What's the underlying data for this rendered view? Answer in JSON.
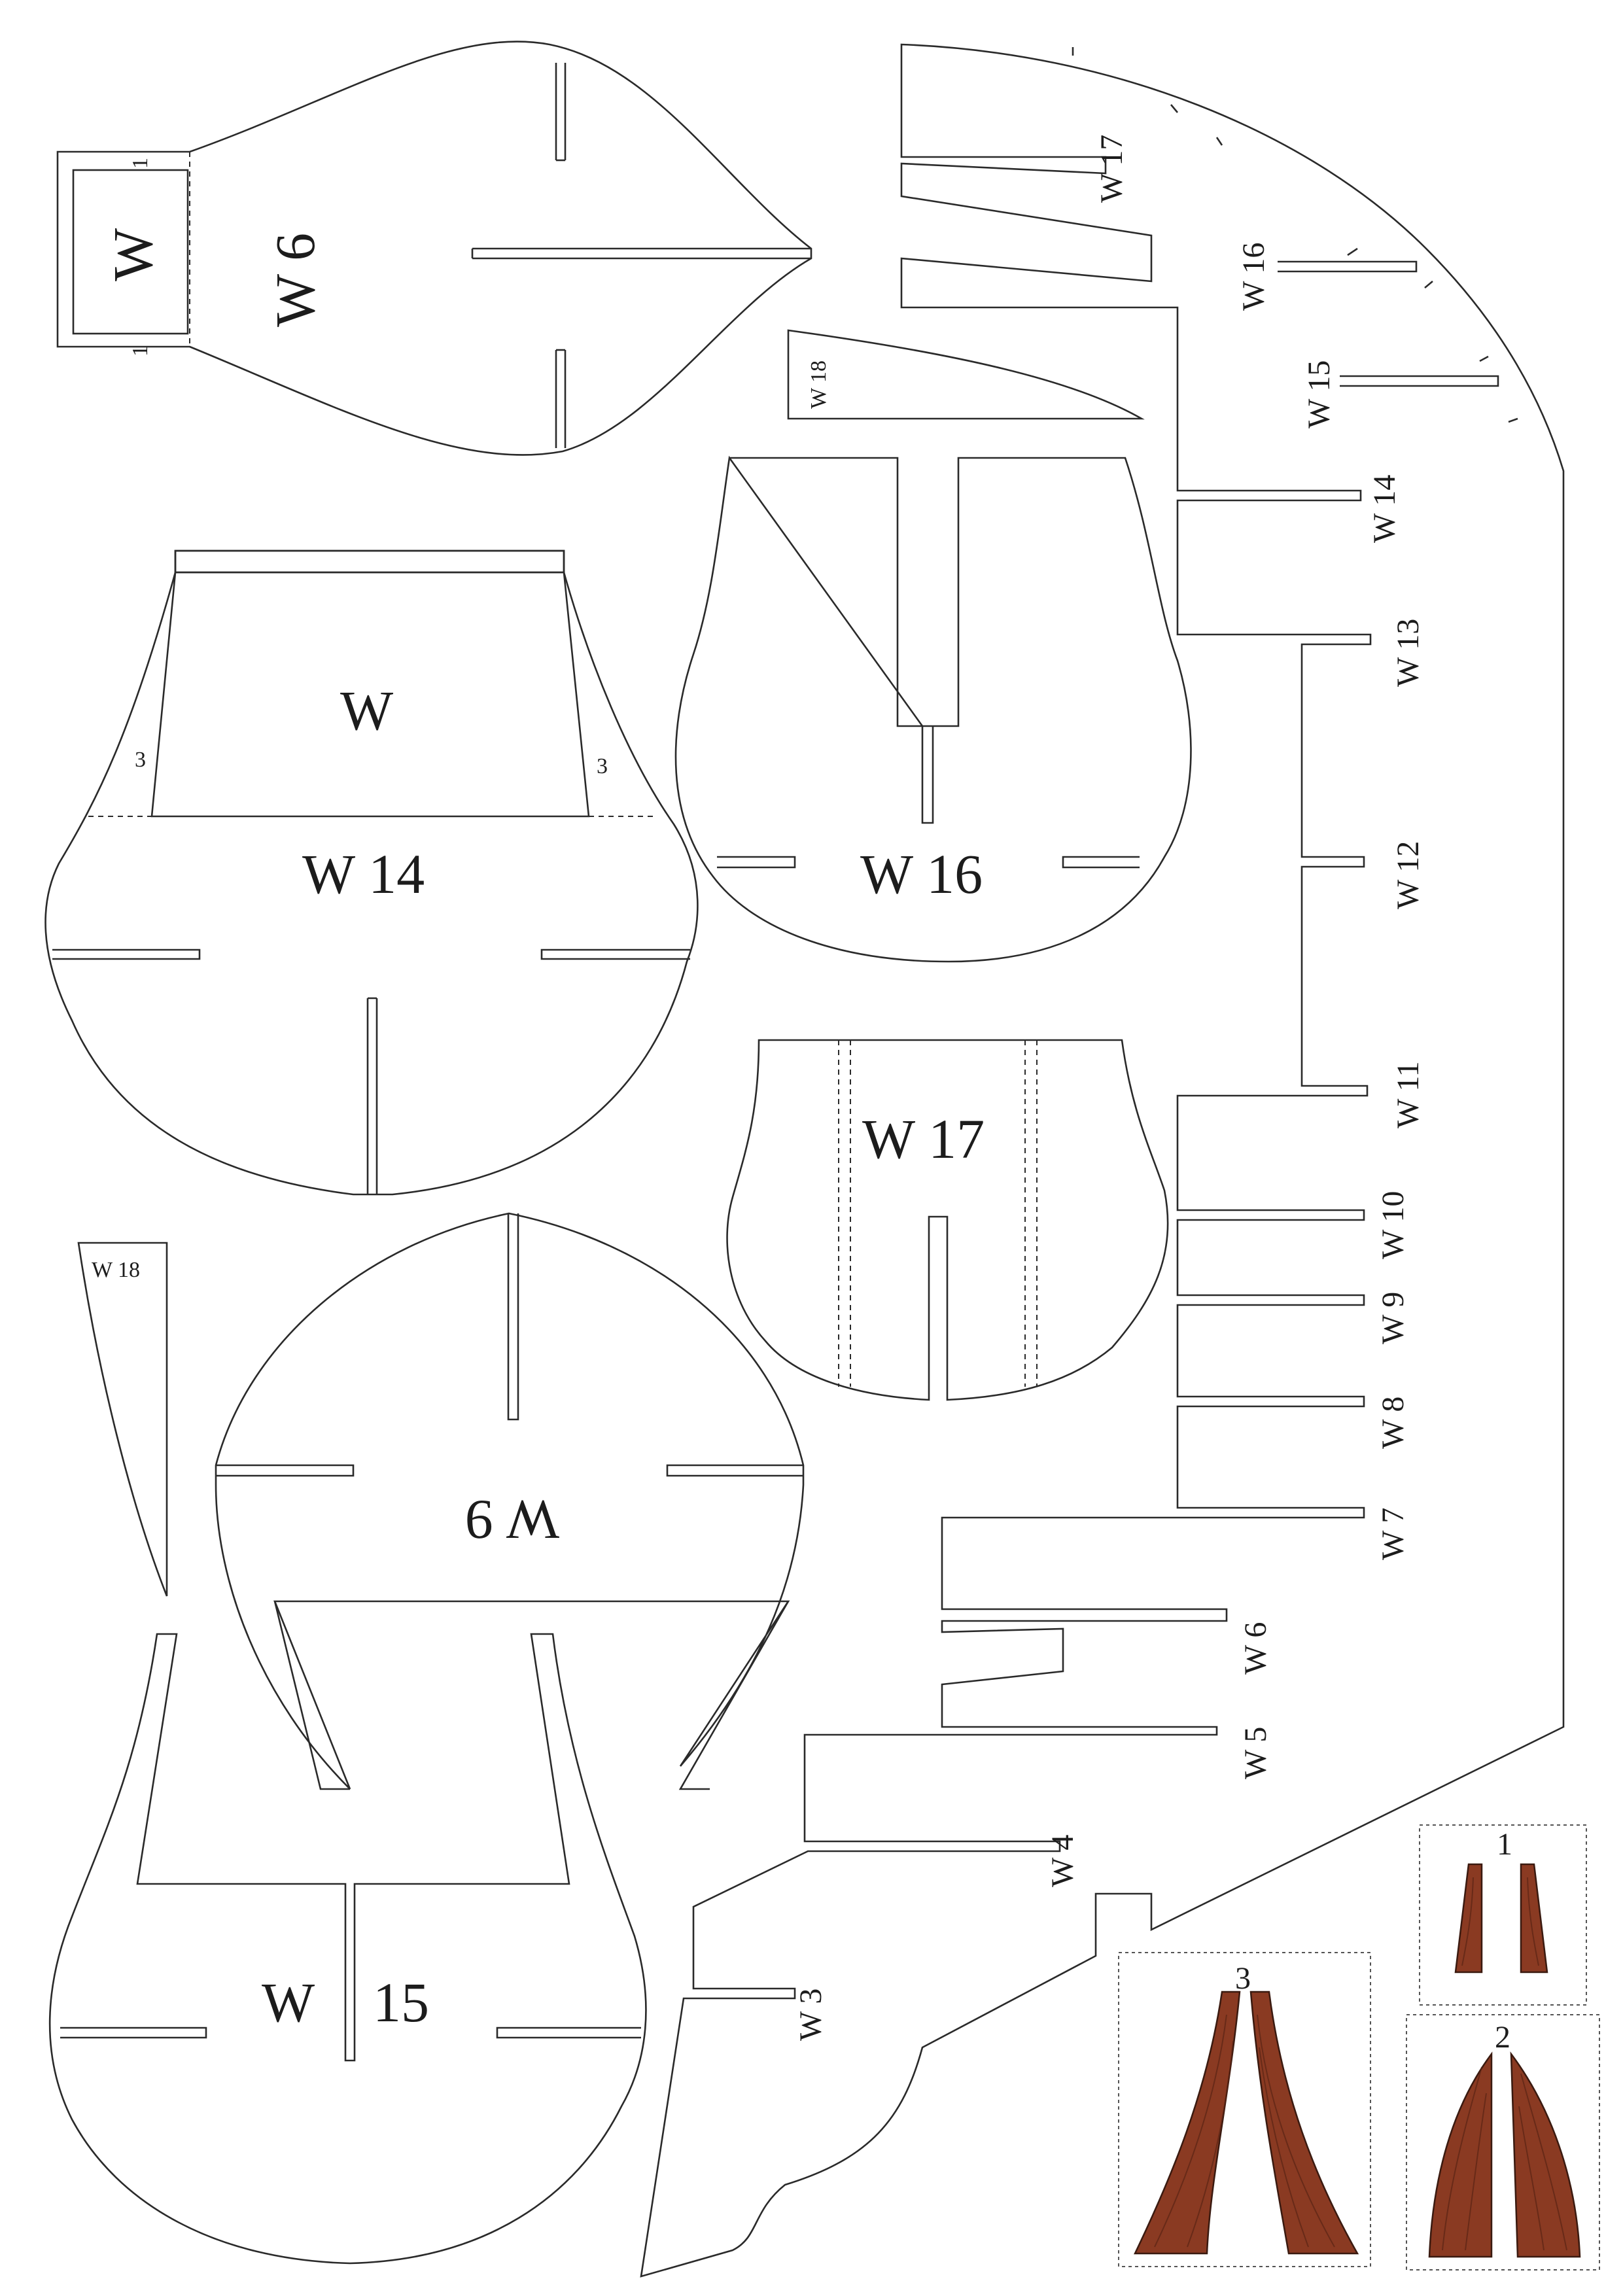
{
  "labels": {
    "w6_top": "W 6",
    "w_tab_top": "W",
    "w6_tab_1a": "1",
    "w6_tab_1b": "1",
    "w14": "W 14",
    "w14_tab": "W",
    "w14_3a": "3",
    "w14_3b": "3",
    "w16": "W 16",
    "w17": "W 17",
    "w18_a": "W 18",
    "w18_b": "W 18",
    "w9": "W 9",
    "w15_w": "W",
    "w15_n": "15",
    "spine": [
      "W 17",
      "W 16",
      "W 15",
      "W 14",
      "W 13",
      "W 12",
      "W 11",
      "W 10",
      "W 9",
      "W 8",
      "W 7",
      "W 6",
      "W 5",
      "W 4",
      "W 3"
    ],
    "box1": "1",
    "box2": "2",
    "box3": "3"
  },
  "colors": {
    "line": "#2a2a2a",
    "wood": "#8a3a22",
    "paper": "#ffffff"
  }
}
